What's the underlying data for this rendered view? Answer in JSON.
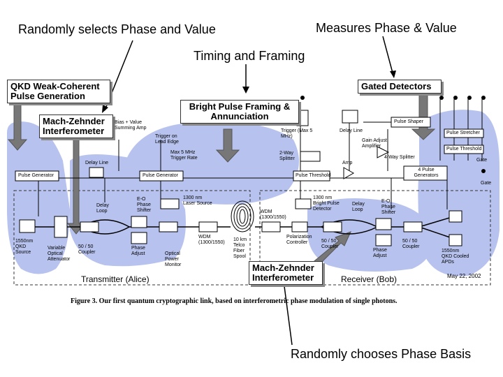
{
  "callouts": {
    "top_left": "Randomly selects Phase and Value",
    "top_right": "Measures Phase & Value",
    "top_center": "Timing and Framing",
    "bottom_right": "Randomly chooses Phase Basis"
  },
  "boxes": {
    "qkd": "QKD Weak-Coherent Pulse Generation",
    "mz_tx": "Mach-Zehnder Interferometer",
    "bright": "Bright Pulse Framing & Annunciation",
    "gated": "Gated Detectors",
    "mz_rx": "Mach-Zehnder Interferometer"
  },
  "labels": {
    "bias_value": "Bias + Value Summing Amp",
    "trigger_leading": "Trigger on Lead Edge",
    "trigger_rate": "Max 5 MHz Trigger Rate",
    "trigger_max": "Trigger (Max 5 MHz)",
    "delay_line_top": "Delay Line",
    "gain_adjust": "Gain Adjust Amplifier",
    "pulse_generator_1": "Pulse Generator",
    "delay_line_left": "Delay Line",
    "pulse_generator_2": "Pulse Generator",
    "splitter_2way": "2-Way Splitter",
    "amp": "Amp",
    "pulse_threshold": "Pulse Threshold",
    "pulse_shaper": "Pulse Shaper",
    "pulse_stretcher": "Pulse Stretcher",
    "pulse_threshold_r": "Pulse Threshold",
    "four_way_splitter": "4-Way Splitter",
    "gate": "Gate",
    "gate2": "Gate",
    "four_pulse_gen": "4 Pulse Generators",
    "delay_loop_tx": "Delay Loop",
    "eo_phase_tx": "E-O Phase Shifter",
    "laser_1300": "1300 nm Laser Source",
    "wdm_tx": "WDM (1300/1550)",
    "fiber": "10 km Telco Fiber Spool",
    "wdm_rx": "WDM (1300/1550)",
    "bright_detector": "1300 nm Bright Pulse Detector",
    "delay_loop_rx": "Delay Loop",
    "eo_phase_rx": "E-O Phase Shifter",
    "qkd_source": "1550nm QKD Source",
    "variable_att": "Variable Optical Attenuator",
    "coupler_tx": "50 / 50 Coupler",
    "phase_adjust_tx": "Phase Adjust",
    "power_monitor": "Optical Power Monitor",
    "wdm_lbl": "WDM (1300/1550)",
    "polarization": "Polarization Controller",
    "coupler_rx1": "50 / 50 Coupler",
    "phase_adjust_rx": "Phase Adjust",
    "coupler_rx2": "50 / 50 Coupler",
    "apd": "1550nm QKD Cooled APDs",
    "transmitter": "Transmitter (Alice)",
    "receiver": "Receiver (Bob)",
    "date": "May 22, 2002",
    "caption": "Figure 3. Our first quantum cryptographic link, based on interferometric phase modulation of single photons."
  },
  "colors": {
    "blob": "#b7c3ee",
    "text": "#000000"
  }
}
